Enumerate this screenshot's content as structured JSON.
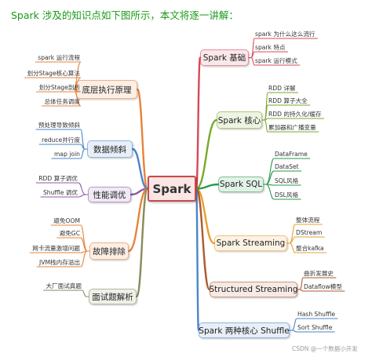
{
  "title": "Spark 涉及的知识点如下图所示，本文将逐一讲解：",
  "center": "Spark",
  "left_branches": [
    {
      "label": "底层执行原理",
      "color": "#e8833a",
      "leaves": [
        "spark 运行流程",
        "划分Stage核心算法",
        "划分Stage剖析",
        "总体任务调度"
      ]
    },
    {
      "label": "数据倾斜",
      "color": "#4a86c8",
      "leaves": [
        "预处理导致倾斜",
        "reduce并行度",
        "map join"
      ]
    },
    {
      "label": "性能调优",
      "color": "#8c5aa8",
      "leaves": [
        "RDD 算子调优",
        "Shuffle 调优"
      ]
    },
    {
      "label": "故障排除",
      "color": "#e8833a",
      "leaves": [
        "避免OOM",
        "避免GC",
        "网卡流量激增问题",
        "JVM栈内存溢出"
      ]
    },
    {
      "label": "面试题解析",
      "color": "#8a8a5a",
      "leaves": [
        "大厂面试真题"
      ]
    }
  ],
  "right_branches": [
    {
      "label": "Spark 基础",
      "color": "#d8485a",
      "leaves": [
        "spark 为什么这么流行",
        "spark 特点",
        "spark 运行模式"
      ]
    },
    {
      "label": "Spark 核心",
      "color": "#7aa82a",
      "leaves": [
        "RDD 详解",
        "RDD 算子大全",
        "RDD 的持久化/缓存",
        "累加器和广播变量"
      ]
    },
    {
      "label": "Spark SQL",
      "color": "#2a9a4a",
      "leaves": [
        "DataFrame",
        "DataSet",
        "SQL风格",
        "DSL风格"
      ]
    },
    {
      "label": "Spark Streaming",
      "color": "#e8a030",
      "leaves": [
        "整体流程",
        "DStream",
        "整合kafka"
      ]
    },
    {
      "label": "Structured Streaming",
      "color": "#b05a30",
      "leaves": [
        "曲折发展史",
        "Dataflow模型"
      ]
    },
    {
      "label": "Spark 两种核心 Shuffle",
      "color": "#4a86c8",
      "leaves": [
        "Hash Shuffle",
        "Sort Shuffle"
      ]
    }
  ],
  "watermark": "CSDN @一个数据小开发"
}
